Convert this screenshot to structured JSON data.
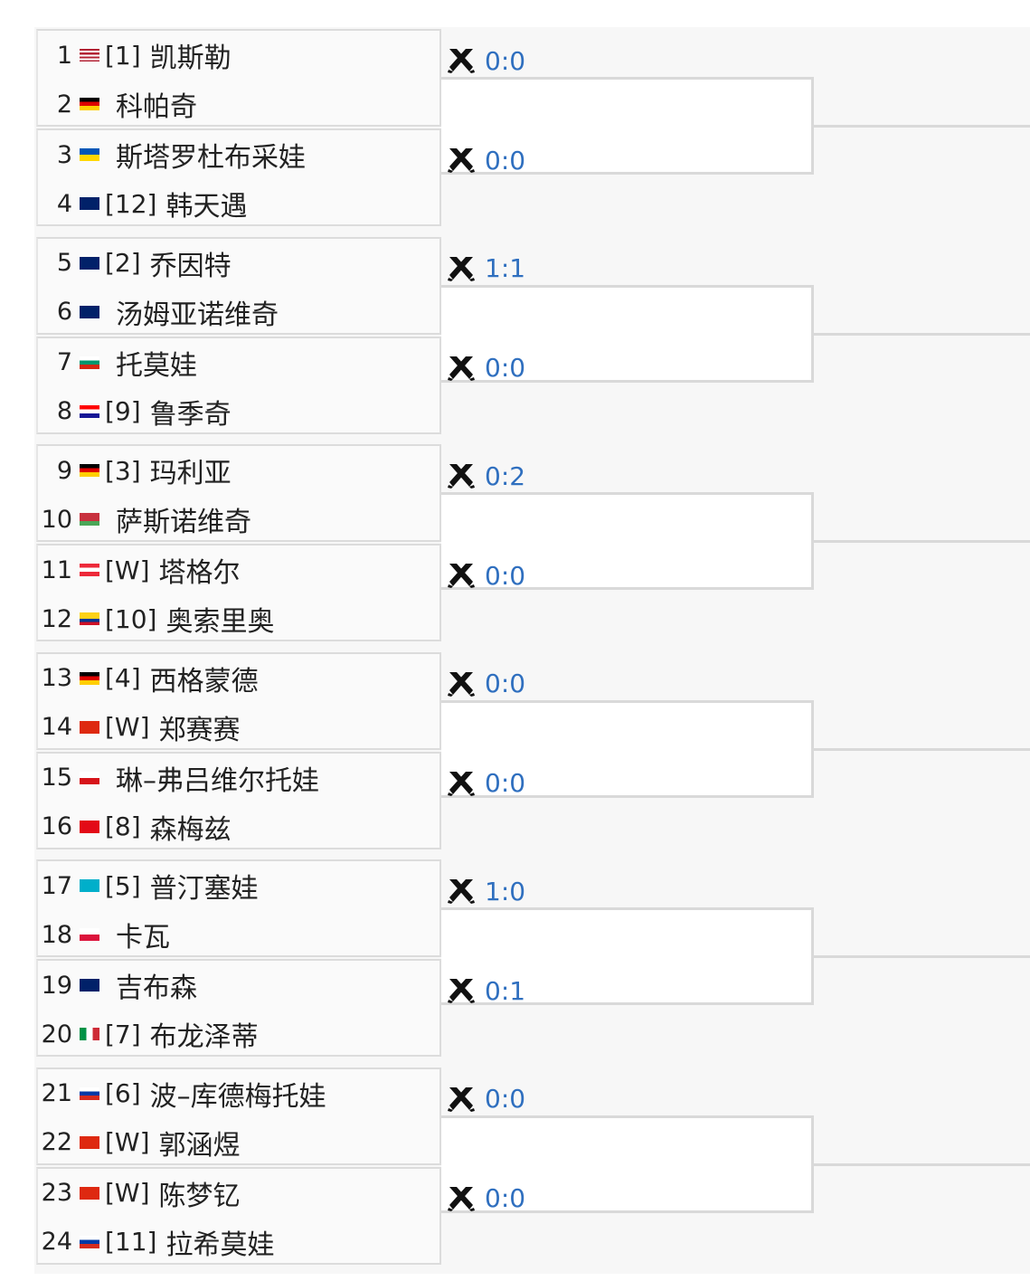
{
  "bracket": {
    "players": [
      {
        "num": "1",
        "flag": "us",
        "seed": "[1]",
        "name": "凯斯勒"
      },
      {
        "num": "2",
        "flag": "de",
        "seed": "",
        "name": "科帕奇"
      },
      {
        "num": "3",
        "flag": "ua",
        "seed": "",
        "name": "斯塔罗杜布采娃"
      },
      {
        "num": "4",
        "flag": "au",
        "seed": "[12]",
        "name": "韩天遇"
      },
      {
        "num": "5",
        "flag": "au",
        "seed": "[2]",
        "name": "乔因特"
      },
      {
        "num": "6",
        "flag": "au",
        "seed": "",
        "name": "汤姆亚诺维奇"
      },
      {
        "num": "7",
        "flag": "bg",
        "seed": "",
        "name": "托莫娃"
      },
      {
        "num": "8",
        "flag": "hr",
        "seed": "[9]",
        "name": "鲁季奇"
      },
      {
        "num": "9",
        "flag": "de",
        "seed": "[3]",
        "name": "玛利亚"
      },
      {
        "num": "10",
        "flag": "by",
        "seed": "",
        "name": "萨斯诺维奇"
      },
      {
        "num": "11",
        "flag": "at",
        "seed": "[W]",
        "name": "塔格尔"
      },
      {
        "num": "12",
        "flag": "co",
        "seed": "[10]",
        "name": "奥索里奥"
      },
      {
        "num": "13",
        "flag": "de",
        "seed": "[4]",
        "name": "西格蒙德"
      },
      {
        "num": "14",
        "flag": "cn",
        "seed": "[W]",
        "name": "郑赛赛"
      },
      {
        "num": "15",
        "flag": "cz",
        "seed": "",
        "name": "琳–弗吕维尔托娃"
      },
      {
        "num": "16",
        "flag": "tr",
        "seed": "[8]",
        "name": "森梅兹"
      },
      {
        "num": "17",
        "flag": "kz",
        "seed": "[5]",
        "name": "普汀塞娃"
      },
      {
        "num": "18",
        "flag": "pl",
        "seed": "",
        "name": "卡瓦"
      },
      {
        "num": "19",
        "flag": "au",
        "seed": "",
        "name": "吉布森"
      },
      {
        "num": "20",
        "flag": "it",
        "seed": "[7]",
        "name": "布龙泽蒂"
      },
      {
        "num": "21",
        "flag": "ru",
        "seed": "[6]",
        "name": "波–库德梅托娃"
      },
      {
        "num": "22",
        "flag": "cn",
        "seed": "[W]",
        "name": "郭涵煜"
      },
      {
        "num": "23",
        "flag": "cn",
        "seed": "[W]",
        "name": "陈梦钇"
      },
      {
        "num": "24",
        "flag": "ru",
        "seed": "[11]",
        "name": "拉希莫娃"
      }
    ],
    "scores": [
      "0:0",
      "0:0",
      "1:1",
      "0:0",
      "0:2",
      "0:0",
      "0:0",
      "0:0",
      "1:0",
      "0:1",
      "0:0",
      "0:0"
    ],
    "score_icon": "crossed-swords-icon",
    "colors": {
      "score": "#2f6fbf",
      "line": "#d9d9d9",
      "band": "#f7f7f7"
    }
  }
}
